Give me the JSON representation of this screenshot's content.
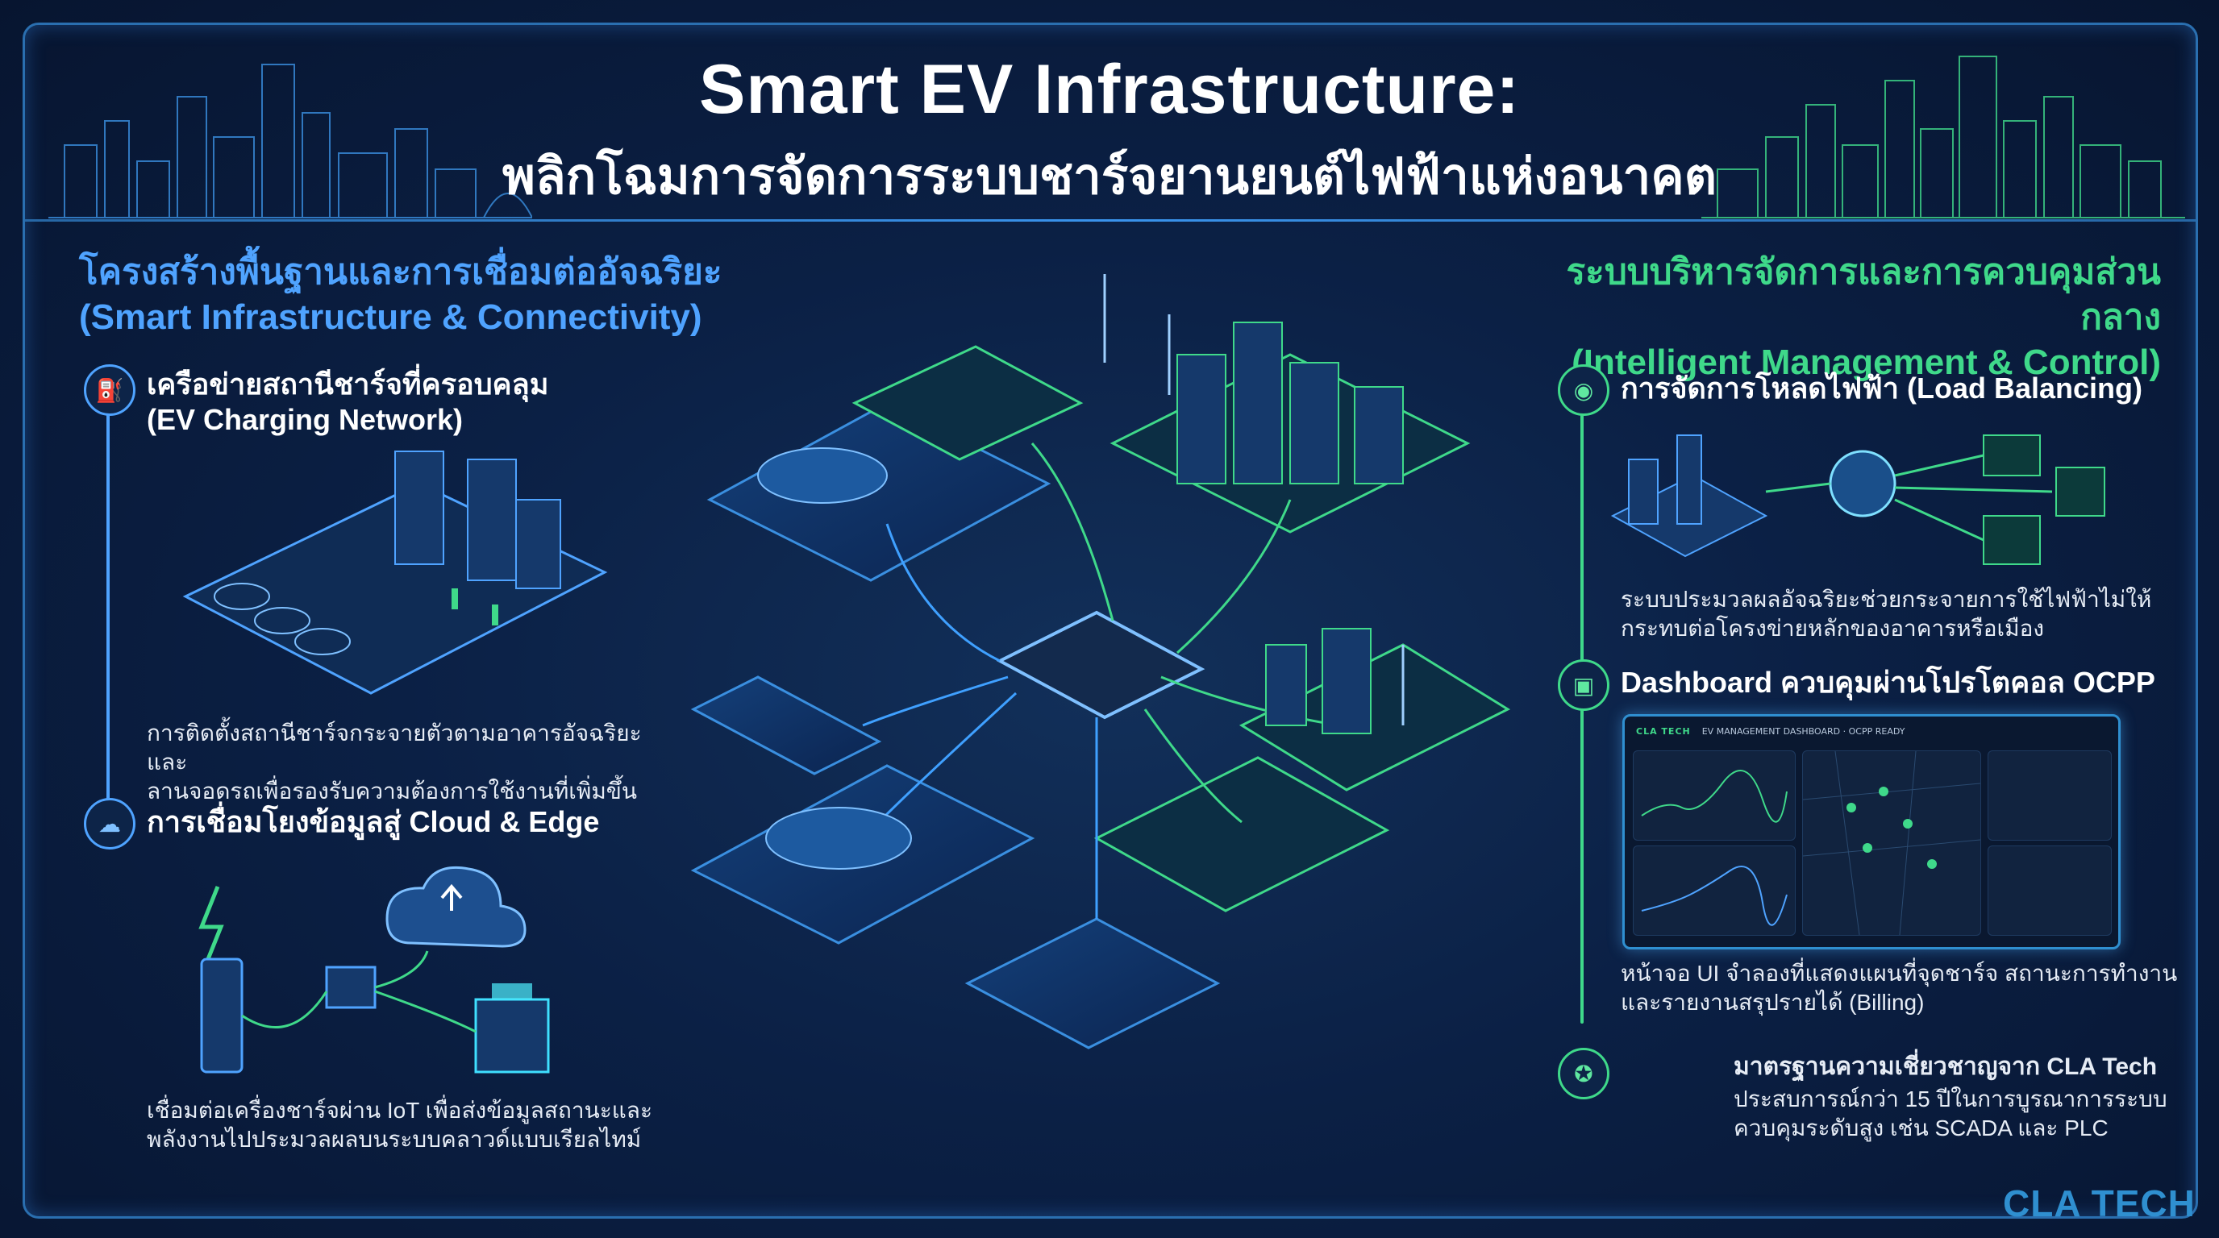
{
  "header": {
    "title": "Smart EV Infrastructure:",
    "subtitle": "พลิกโฉมการจัดการระบบชาร์จยานยนต์ไฟฟ้าแห่งอนาคต"
  },
  "left_section": {
    "heading_th": "โครงสร้างพื้นฐานและการเชื่อมต่ออัจฉริยะ",
    "heading_en": "(Smart Infrastructure & Connectivity)",
    "items": [
      {
        "icon": "ev-charger-icon",
        "title_th": "เครือข่ายสถานีชาร์จที่ครอบคลุม",
        "title_en": "(EV Charging Network)",
        "desc_line1": "การติดตั้งสถานีชาร์จกระจายตัวตามอาคารอัจฉริยะและ",
        "desc_line2": "ลานจอดรถเพื่อรองรับความต้องการใช้งานที่เพิ่มขึ้น"
      },
      {
        "icon": "cloud-icon",
        "title": "การเชื่อมโยงข้อมูลสู่ Cloud & Edge",
        "desc_line1": "เชื่อมต่อเครื่องชาร์จผ่าน IoT เพื่อส่งข้อมูลสถานะและ",
        "desc_line2": "พลังงานไปประมวลผลบนระบบคลาวด์แบบเรียลไทม์"
      }
    ]
  },
  "right_section": {
    "heading_th": "ระบบบริหารจัดการและการควบคุมส่วนกลาง",
    "heading_en": "(Intelligent Management & Control)",
    "items": [
      {
        "icon": "globe-network-icon",
        "title": "การจัดการโหลดไฟฟ้า (Load Balancing)",
        "desc_line1": "ระบบประมวลผลอัจฉริยะช่วยกระจายการใช้ไฟฟ้าไม่ให้",
        "desc_line2": "กระทบต่อโครงข่ายหลักของอาคารหรือเมือง"
      },
      {
        "icon": "monitor-icon",
        "title": "Dashboard ควบคุมผ่านโปรโตคอล OCPP",
        "desc_line1": "หน้าจอ UI จำลองที่แสดงแผนที่จุดชาร์จ สถานะการทำงาน",
        "desc_line2": "และรายงานสรุปรายได้ (Billing)"
      },
      {
        "icon": "award-badge-icon",
        "title": "มาตรฐานความเชี่ยวชาญจาก CLA Tech",
        "desc_line1": "ประสบการณ์กว่า 15 ปีในการบูรณาการระบบ",
        "desc_line2": "ควบคุมระดับสูง เช่น SCADA และ PLC"
      }
    ]
  },
  "dashboard": {
    "brand": "CLA TECH",
    "title": "EV MANAGEMENT DASHBOARD · OCPP READY"
  },
  "footer": {
    "logo": "CLA TECH"
  },
  "colors": {
    "accent_blue": "#4fa3ff",
    "accent_green": "#3fd98a",
    "background": "#0a1a33"
  }
}
